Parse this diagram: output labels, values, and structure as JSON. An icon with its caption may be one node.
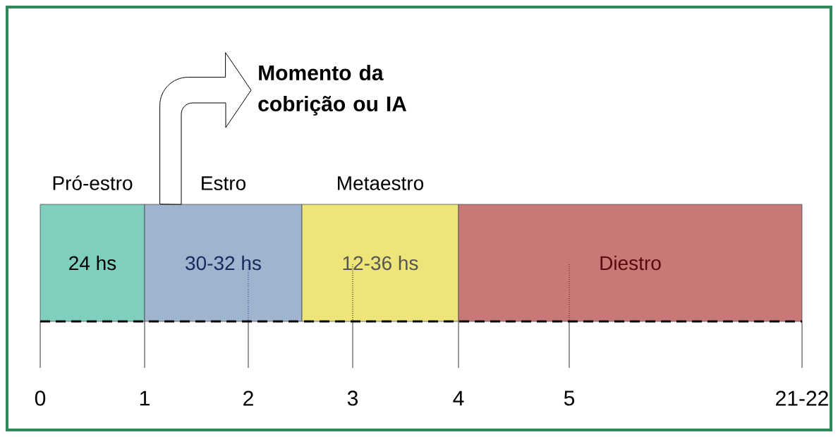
{
  "diagram": {
    "nodes": [
      {
        "text": [
          "Pró-estro",
          "24 hs"
        ]
      },
      {
        "text": [
          "Estro",
          "30-32 hs"
        ]
      },
      {
        "text": [
          "Metaestro",
          "12-36 hs"
        ]
      },
      {
        "text": [
          "Diestro"
        ]
      },
      {
        "text": [
          "Momento da cobrição ou IA"
        ]
      }
    ],
    "edges": [
      {
        "from": 1,
        "to": 4,
        "arrow": "to"
      }
    ],
    "labels": [
      "0",
      "1",
      "2",
      "3",
      "4",
      "5",
      "21-22"
    ]
  }
}
